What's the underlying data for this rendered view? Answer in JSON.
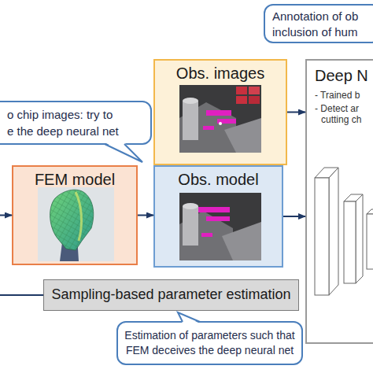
{
  "diagram": {
    "nodes": [
      {
        "text": [
          "Annotation of ob inclusion of hum"
        ]
      },
      {
        "text": [
          "Obs. images"
        ]
      },
      {
        "text": [
          "Deep N",
          "- Trained b",
          "- Detect ar cutting ch"
        ]
      },
      {
        "text": [
          "o chip images: try to e the deep neural net"
        ]
      },
      {
        "text": [
          "FEM model"
        ]
      },
      {
        "text": [
          "Obs. model"
        ]
      },
      {
        "text": [
          "Sampling-based parameter estimation"
        ]
      },
      {
        "text": [
          "Estimation of parameters such that FEM deceives the deep neural net"
        ]
      }
    ],
    "edges": [
      {
        "from": 4,
        "to": 5,
        "arrow": "to"
      },
      {
        "from": 5,
        "to": 2,
        "arrow": "to"
      },
      {
        "from": 1,
        "to": 2,
        "arrow": "to"
      },
      {
        "from": 6,
        "to": 4,
        "arrow": "to"
      }
    ]
  }
}
